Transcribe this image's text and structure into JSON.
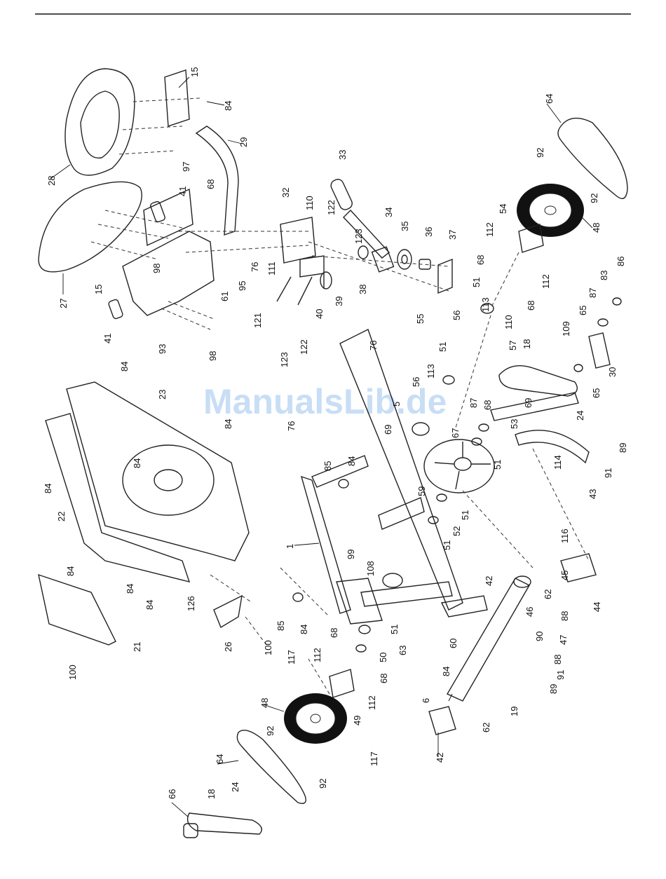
{
  "watermark": "ManualsLib.de",
  "callouts": [
    {
      "id": "c15a",
      "text": "15"
    },
    {
      "id": "c84a",
      "text": "84"
    },
    {
      "id": "c29",
      "text": "29"
    },
    {
      "id": "c28",
      "text": "28"
    },
    {
      "id": "c97",
      "text": "97"
    },
    {
      "id": "c68a",
      "text": "68"
    },
    {
      "id": "c41a",
      "text": "41"
    },
    {
      "id": "c27",
      "text": "27"
    },
    {
      "id": "c98a",
      "text": "98"
    },
    {
      "id": "c15b",
      "text": "15"
    },
    {
      "id": "c41b",
      "text": "41"
    },
    {
      "id": "c93",
      "text": "93"
    },
    {
      "id": "c98b",
      "text": "98"
    },
    {
      "id": "c61",
      "text": "61"
    },
    {
      "id": "c95",
      "text": "95"
    },
    {
      "id": "c76a",
      "text": "76"
    },
    {
      "id": "c111",
      "text": "111"
    },
    {
      "id": "c32",
      "text": "32"
    },
    {
      "id": "c110a",
      "text": "110"
    },
    {
      "id": "c122a",
      "text": "122"
    },
    {
      "id": "c123a",
      "text": "123"
    },
    {
      "id": "c33",
      "text": "33"
    },
    {
      "id": "c34",
      "text": "34"
    },
    {
      "id": "c35",
      "text": "35"
    },
    {
      "id": "c36",
      "text": "36"
    },
    {
      "id": "c37",
      "text": "37"
    },
    {
      "id": "c38",
      "text": "38"
    },
    {
      "id": "c39",
      "text": "39"
    },
    {
      "id": "c40",
      "text": "40"
    },
    {
      "id": "c121",
      "text": "121"
    },
    {
      "id": "c122b",
      "text": "122"
    },
    {
      "id": "c123b",
      "text": "123"
    },
    {
      "id": "c64a",
      "text": "64"
    },
    {
      "id": "c92a",
      "text": "92"
    },
    {
      "id": "c92b",
      "text": "92"
    },
    {
      "id": "c48a",
      "text": "48"
    },
    {
      "id": "c54",
      "text": "54"
    },
    {
      "id": "c112a",
      "text": "112"
    },
    {
      "id": "c112b",
      "text": "112"
    },
    {
      "id": "c68b",
      "text": "68"
    },
    {
      "id": "c68c",
      "text": "68"
    },
    {
      "id": "c51a",
      "text": "51"
    },
    {
      "id": "c113a",
      "text": "113"
    },
    {
      "id": "c110b",
      "text": "110"
    },
    {
      "id": "c55",
      "text": "55"
    },
    {
      "id": "c56a",
      "text": "56"
    },
    {
      "id": "c57",
      "text": "57"
    },
    {
      "id": "c18a",
      "text": "18"
    },
    {
      "id": "c109",
      "text": "109"
    },
    {
      "id": "c83",
      "text": "83"
    },
    {
      "id": "c86",
      "text": "86"
    },
    {
      "id": "c87a",
      "text": "87"
    },
    {
      "id": "c65a",
      "text": "65"
    },
    {
      "id": "c30",
      "text": "30"
    },
    {
      "id": "c65b",
      "text": "65"
    },
    {
      "id": "c76b",
      "text": "76"
    },
    {
      "id": "c51b",
      "text": "51"
    },
    {
      "id": "c113b",
      "text": "113"
    },
    {
      "id": "c56b",
      "text": "56"
    },
    {
      "id": "c87b",
      "text": "87"
    },
    {
      "id": "c68d",
      "text": "68"
    },
    {
      "id": "c69a",
      "text": "69"
    },
    {
      "id": "c24a",
      "text": "24"
    },
    {
      "id": "c5",
      "text": "5"
    },
    {
      "id": "c76c",
      "text": "76"
    },
    {
      "id": "c69b",
      "text": "69"
    },
    {
      "id": "c67",
      "text": "67"
    },
    {
      "id": "c53",
      "text": "53"
    },
    {
      "id": "c51c",
      "text": "51"
    },
    {
      "id": "c114",
      "text": "114"
    },
    {
      "id": "c89a",
      "text": "89"
    },
    {
      "id": "c91a",
      "text": "91"
    },
    {
      "id": "c43",
      "text": "43"
    },
    {
      "id": "c84b",
      "text": "84"
    },
    {
      "id": "c23",
      "text": "23"
    },
    {
      "id": "c84c",
      "text": "84"
    },
    {
      "id": "c84d",
      "text": "84"
    },
    {
      "id": "c84e",
      "text": "84"
    },
    {
      "id": "c22",
      "text": "22"
    },
    {
      "id": "c85a",
      "text": "85"
    },
    {
      "id": "c84f",
      "text": "84"
    },
    {
      "id": "c59",
      "text": "59"
    },
    {
      "id": "c51d",
      "text": "51"
    },
    {
      "id": "c52",
      "text": "52"
    },
    {
      "id": "c51e",
      "text": "51"
    },
    {
      "id": "c1",
      "text": "1"
    },
    {
      "id": "c99",
      "text": "99"
    },
    {
      "id": "c108",
      "text": "108"
    },
    {
      "id": "c116",
      "text": "116"
    },
    {
      "id": "c84g",
      "text": "84"
    },
    {
      "id": "c84h",
      "text": "84"
    },
    {
      "id": "c84i",
      "text": "84"
    },
    {
      "id": "c126",
      "text": "126"
    },
    {
      "id": "c42a",
      "text": "42"
    },
    {
      "id": "c62a",
      "text": "62"
    },
    {
      "id": "c45",
      "text": "45"
    },
    {
      "id": "c44",
      "text": "44"
    },
    {
      "id": "c21",
      "text": "21"
    },
    {
      "id": "c26",
      "text": "26"
    },
    {
      "id": "c100a",
      "text": "100"
    },
    {
      "id": "c85b",
      "text": "85"
    },
    {
      "id": "c84j",
      "text": "84"
    },
    {
      "id": "c68e",
      "text": "68"
    },
    {
      "id": "c51f",
      "text": "51"
    },
    {
      "id": "c112c",
      "text": "112"
    },
    {
      "id": "c50",
      "text": "50"
    },
    {
      "id": "c63",
      "text": "63"
    },
    {
      "id": "c60",
      "text": "60"
    },
    {
      "id": "c84k",
      "text": "84"
    },
    {
      "id": "c46",
      "text": "46"
    },
    {
      "id": "c88a",
      "text": "88"
    },
    {
      "id": "c90",
      "text": "90"
    },
    {
      "id": "c47",
      "text": "47"
    },
    {
      "id": "c88b",
      "text": "88"
    },
    {
      "id": "c100b",
      "text": "100"
    },
    {
      "id": "c117a",
      "text": "117"
    },
    {
      "id": "c68f",
      "text": "68"
    },
    {
      "id": "c112d",
      "text": "112"
    },
    {
      "id": "c91b",
      "text": "91"
    },
    {
      "id": "c89b",
      "text": "89"
    },
    {
      "id": "c48b",
      "text": "48"
    },
    {
      "id": "c49",
      "text": "49"
    },
    {
      "id": "c6",
      "text": "6"
    },
    {
      "id": "c19",
      "text": "19"
    },
    {
      "id": "c92c",
      "text": "92"
    },
    {
      "id": "c92d",
      "text": "92"
    },
    {
      "id": "c62b",
      "text": "62"
    },
    {
      "id": "c64b",
      "text": "64"
    },
    {
      "id": "c117b",
      "text": "117"
    },
    {
      "id": "c42b",
      "text": "42"
    },
    {
      "id": "c66",
      "text": "66"
    },
    {
      "id": "c18b",
      "text": "18"
    },
    {
      "id": "c24b",
      "text": "24"
    }
  ]
}
